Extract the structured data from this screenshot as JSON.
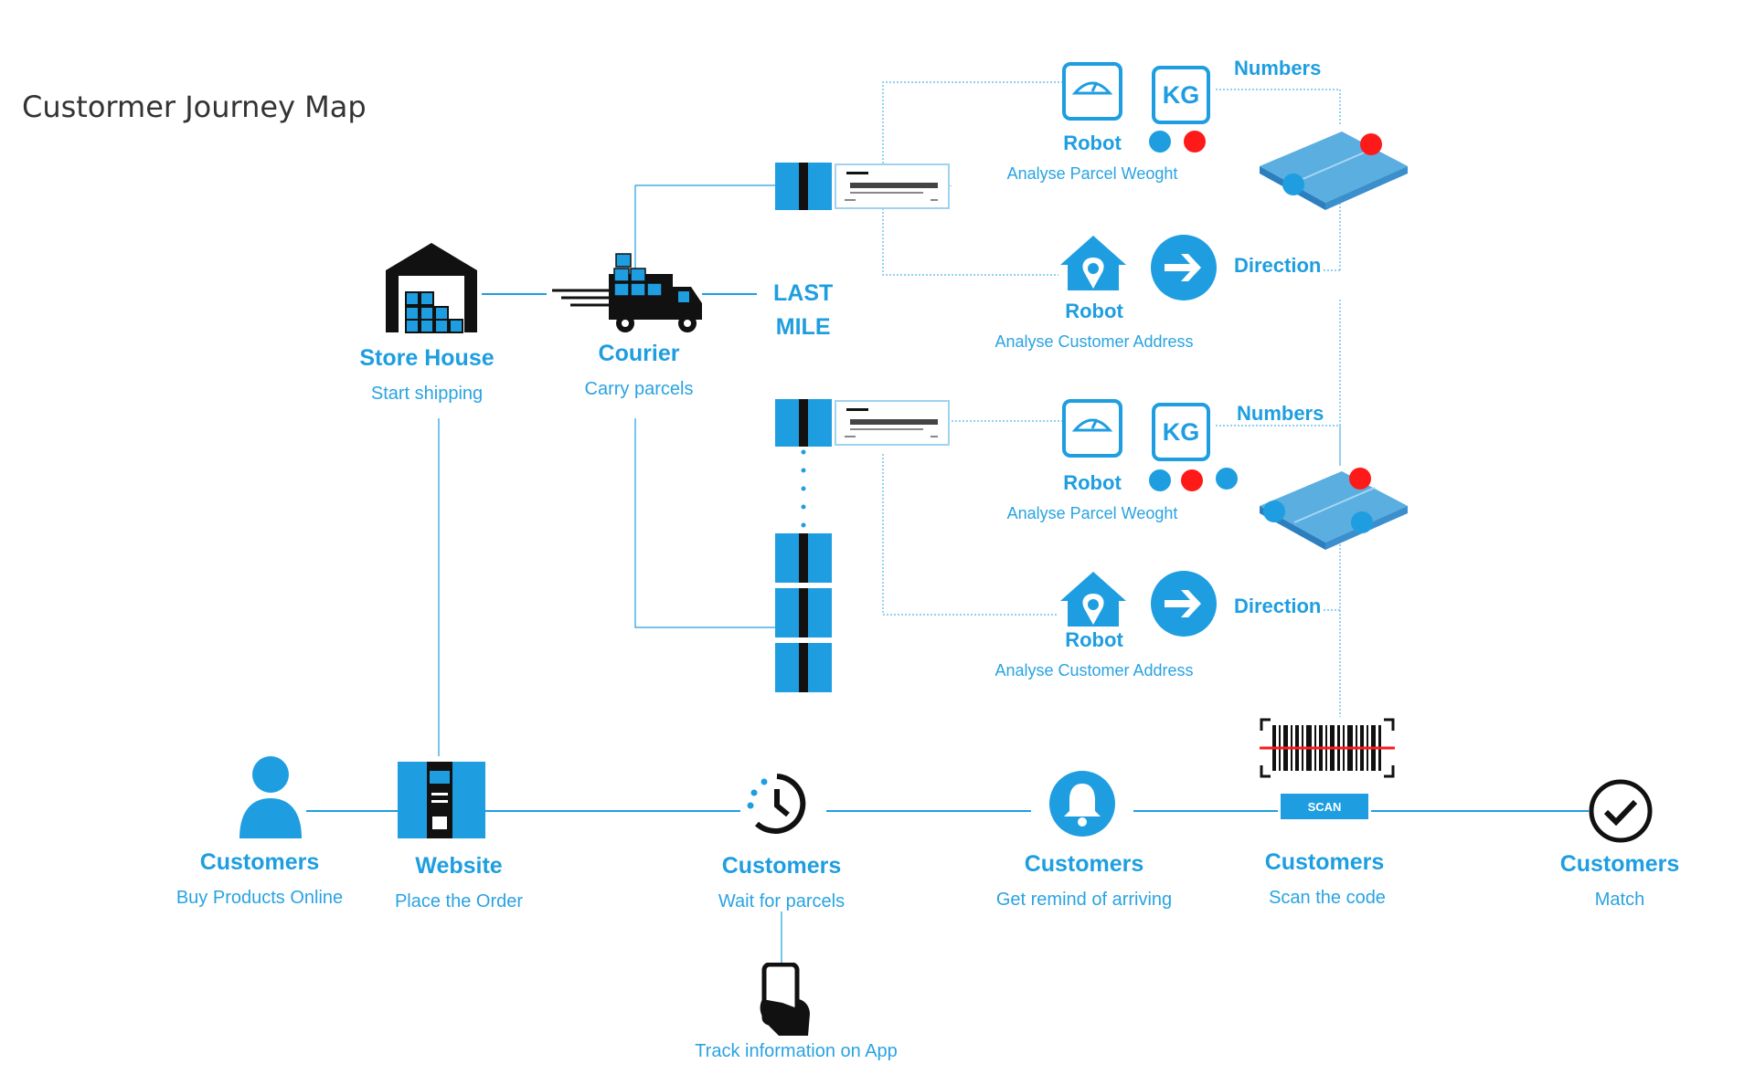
{
  "title": "Custormer Journey Map",
  "colors": {
    "blue": "#1e9ee0",
    "red": "#ff1a1a",
    "dark": "#111111"
  },
  "storehouse": {
    "label": "Store House",
    "sub": "Start shipping"
  },
  "courier": {
    "label": "Courier",
    "sub": "Carry parcels"
  },
  "last_mile": [
    "LAST",
    "MILE"
  ],
  "branch1": {
    "weight": {
      "label": "Robot",
      "sub": "Analyse Parcel Weoght",
      "kg": "KG",
      "numbers": "Numbers"
    },
    "address": {
      "label": "Robot",
      "sub": "Analyse Customer Address",
      "direction": "Direction"
    }
  },
  "branch2": {
    "weight": {
      "label": "Robot",
      "sub": "Analyse Parcel Weoght",
      "kg": "KG",
      "numbers": "Numbers"
    },
    "address": {
      "label": "Robot",
      "sub": "Analyse Customer Address",
      "direction": "Direction"
    }
  },
  "journey": [
    {
      "label": "Customers",
      "sub": "Buy Products Online",
      "icon": "person-icon"
    },
    {
      "label": "Website",
      "sub": "Place the Order",
      "icon": "prime-box-icon"
    },
    {
      "label": "Customers",
      "sub": "Wait for parcels",
      "icon": "clock-icon"
    },
    {
      "label": "Customers",
      "sub": "Get remind of arriving",
      "icon": "bell-icon"
    },
    {
      "label": "Customers",
      "sub": "Scan the code",
      "icon": "barcode-icon"
    },
    {
      "label": "Customers",
      "sub": "Match",
      "icon": "check-icon"
    }
  ],
  "scan_button": "SCAN",
  "track": "Track  information on App"
}
